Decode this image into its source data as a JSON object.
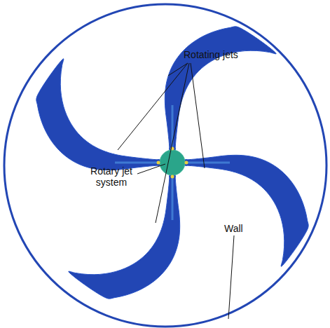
{
  "diagram": {
    "labels": [
      "Rotating jets",
      "Rotary jet system",
      "Wall"
    ]
  }
}
